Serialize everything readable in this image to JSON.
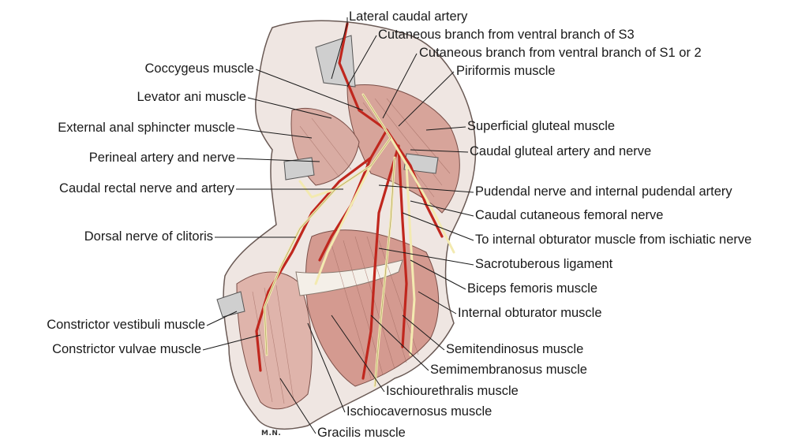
{
  "figure": {
    "signature": "M.N.",
    "labels_left": [
      "Coccygeus muscle",
      "Levator ani muscle",
      "External anal sphincter muscle",
      "Perineal artery and nerve",
      "Caudal rectal nerve and artery",
      "Dorsal nerve of clitoris",
      "Constrictor vestibuli muscle",
      "Constrictor vulvae muscle"
    ],
    "labels_top": [
      "Lateral caudal artery",
      "Cutaneous branch from ventral branch of S3",
      "Cutaneous branch from ventral branch of S1 or 2",
      "Piriformis muscle"
    ],
    "labels_right": [
      "Superficial gluteal muscle",
      "Caudal gluteal artery and nerve",
      "Pudendal nerve and internal pudendal artery",
      "Caudal cutaneous femoral nerve",
      "To internal obturator muscle from ischiatic nerve",
      "Sacrotuberous ligament",
      "Biceps femoris muscle",
      "Internal obturator muscle",
      "Semitendinosus muscle",
      "Semimembranosus muscle",
      "Ischiourethralis muscle",
      "Ischiocavernosus muscle",
      "Gracilis muscle"
    ]
  }
}
